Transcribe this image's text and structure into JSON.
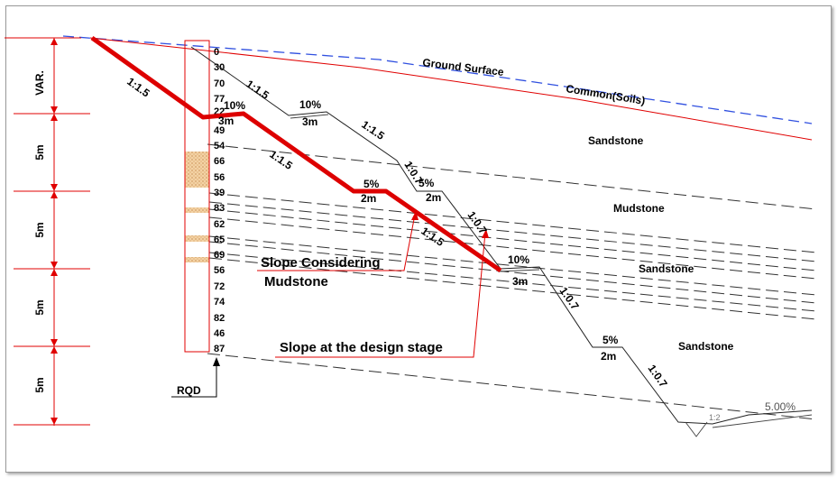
{
  "strata": {
    "ground_surface": "Ground Surface",
    "common_soils": "Common(Soils)",
    "sandstone_1": "Sandstone",
    "mudstone": "Mudstone",
    "sandstone_2": "Sandstone",
    "sandstone_3": "Sandstone"
  },
  "callouts": {
    "slope_mudstone_line1": "Slope Considering",
    "slope_mudstone_line2": "Mudstone",
    "slope_design": "Slope at the design stage"
  },
  "rqd": {
    "label": "RQD",
    "values": [
      "0",
      "30",
      "70",
      "77",
      "22",
      "49",
      "54",
      "66",
      "56",
      "39",
      "83",
      "62",
      "65",
      "69",
      "56",
      "72",
      "74",
      "82",
      "46",
      "87"
    ]
  },
  "depth_scale": {
    "var_label": "VAR.",
    "segments": [
      "5m",
      "5m",
      "5m",
      "5m"
    ]
  },
  "red_slope": {
    "ratio_1": "1:1.5",
    "bench_1_pct": "10%",
    "bench_1_w": "3m",
    "ratio_2": "1:1.5",
    "bench_2_pct": "5%",
    "bench_2_w": "2m",
    "ratio_3": "1:1.5"
  },
  "design_slope": {
    "ratio_1": "1:1.5",
    "bench_1_pct": "10%",
    "bench_1_w": "3m",
    "ratio_2": "1:1.5",
    "ratio_3": "1:0.7",
    "bench_2_pct": "5%",
    "bench_2_w": "2m",
    "ratio_4": "1:0.7",
    "bench_3_pct": "10%",
    "bench_3_w": "3m",
    "ratio_5": "1:0.7",
    "bench_4_pct": "5%",
    "bench_4_w": "2m",
    "ratio_6": "1:0.7",
    "toe_ratio": "1:2",
    "toe_pct": "5.00%"
  },
  "colors": {
    "red": "#e00000",
    "slope_red": "#dd0000",
    "blue_dash": "#3050e0",
    "rock_fill": "#f1cfa0"
  }
}
